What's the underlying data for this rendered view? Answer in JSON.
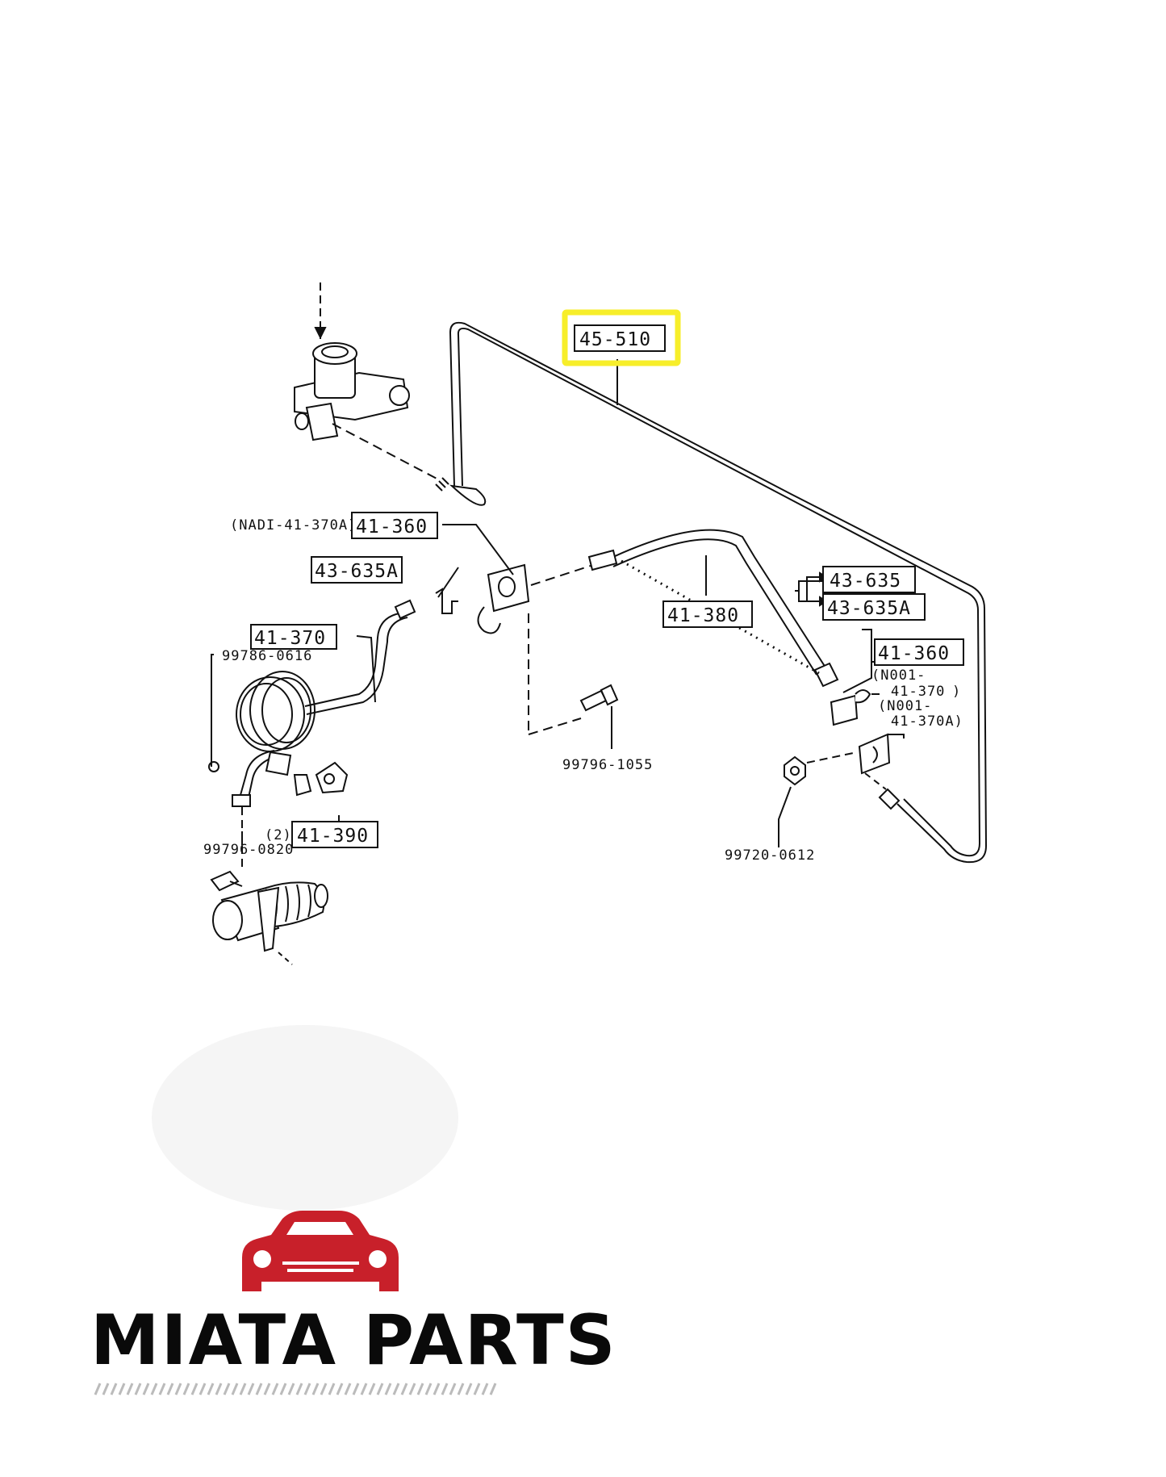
{
  "callouts": {
    "c45_510": "45-510",
    "c41_360": "41-360",
    "nadi": "(NADI-41-370A)",
    "c43_635a": "43-635A",
    "c41_370": "41-370",
    "c99786": "99786-0616",
    "c41_380": "41-380",
    "c43_635": "43-635",
    "c43_635a_r": "43-635A",
    "c41_360_r": "41-360",
    "n001_a": "(N001-",
    "n001_a2": "41-370",
    "n001_a3": ")",
    "n001_b": "(N001-",
    "n001_b2": "41-370A)",
    "c99796_1055": "99796-1055",
    "c41_390": "41-390",
    "qty2": "(2)",
    "c99796_0820": "99796-0820",
    "c99720": "99720-0612"
  },
  "highlight_color": "#f7ee2a",
  "brand": {
    "name": "MIATA PARTS",
    "logo_color": "#c8202a"
  }
}
